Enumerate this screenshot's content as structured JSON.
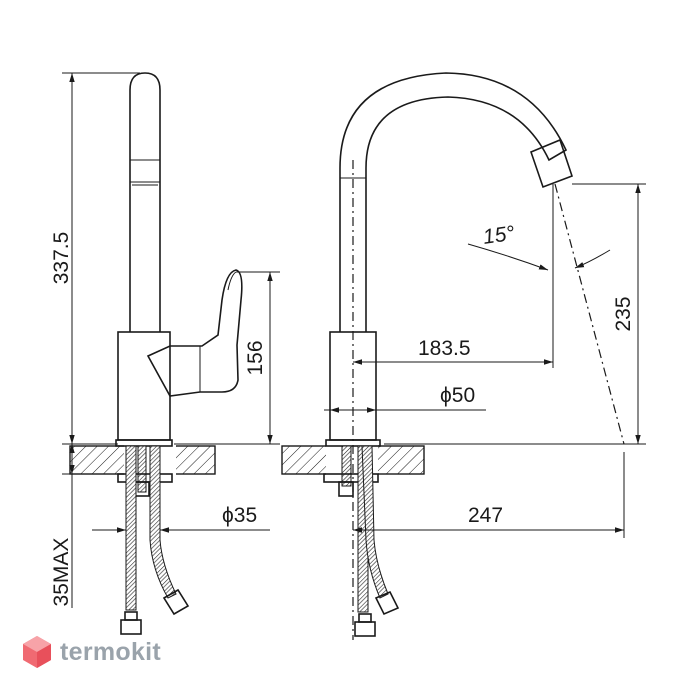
{
  "dimensions": {
    "total_height": "337.5",
    "lever_height": "156",
    "spout_height": "235",
    "spout_reach_axis": "183.5",
    "body_diameter": "ϕ50",
    "hole_diameter": "ϕ35",
    "spout_reach": "247",
    "max_deck_thickness": "35MAX",
    "spout_angle": "15°"
  },
  "brand": {
    "name": "termokit"
  },
  "colors": {
    "line": "#1a1a1a",
    "logo_red": "#e8505b",
    "logo_text": "#9aa3ab"
  }
}
